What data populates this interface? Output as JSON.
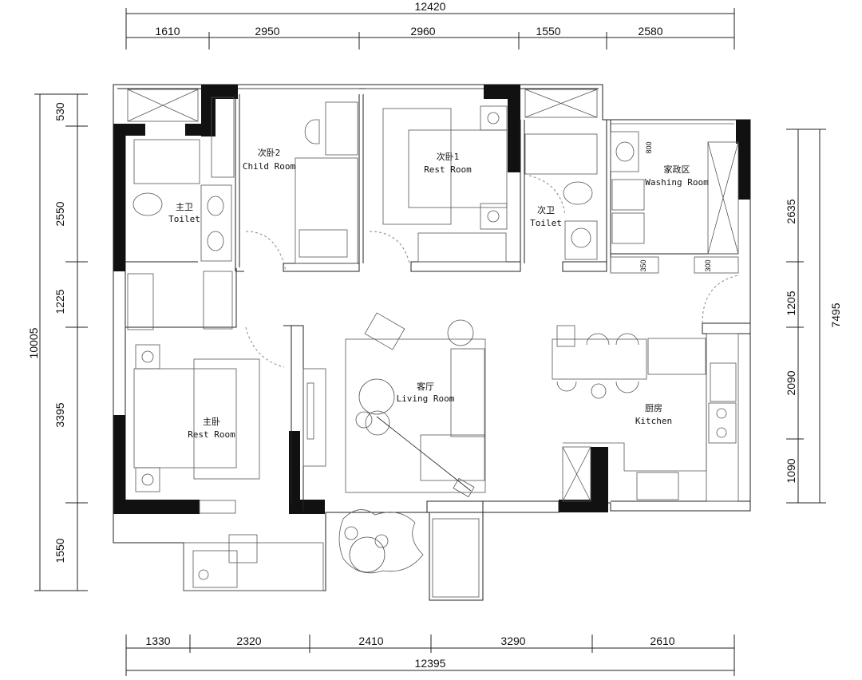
{
  "dimensions": {
    "top_total": "12420",
    "top": [
      "1610",
      "2950",
      "2960",
      "1550",
      "2580"
    ],
    "bottom_total": "12395",
    "bottom": [
      "1330",
      "2320",
      "2410",
      "3290",
      "2610"
    ],
    "left_total": "10005",
    "left": [
      "530",
      "2550",
      "1225",
      "3395",
      "1550"
    ],
    "right_total": "7495",
    "right": [
      "2635",
      "1205",
      "2090",
      "1090"
    ],
    "small": [
      "800",
      "350",
      "300"
    ]
  },
  "rooms": [
    {
      "cn": "次卧2",
      "en": "Child Room"
    },
    {
      "cn": "次卧1",
      "en": "Rest Room"
    },
    {
      "cn": "主卫",
      "en": "Toilet"
    },
    {
      "cn": "次卫",
      "en": "Toilet"
    },
    {
      "cn": "家政区",
      "en": "Washing Room"
    },
    {
      "cn": "客厅",
      "en": "Living Room"
    },
    {
      "cn": "主卧",
      "en": "Rest Room"
    },
    {
      "cn": "厨房",
      "en": "Kitchen"
    }
  ]
}
